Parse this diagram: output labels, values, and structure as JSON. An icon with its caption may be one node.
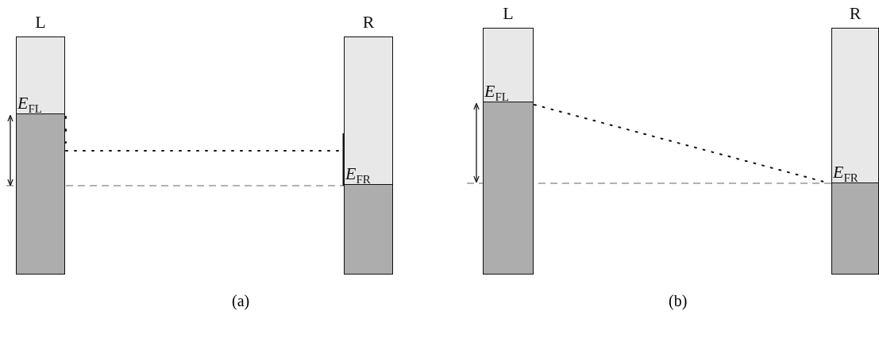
{
  "diagram": {
    "nodes": [
      {
        "text": [
          "L",
          "*E*$_{FL}$"
        ]
      },
      {
        "text": [
          "R",
          "*E*$_{FR}$"
        ]
      },
      {
        "text": [
          "L",
          "*E*$_{FL}$"
        ]
      },
      {
        "text": [
          "R",
          "*E*$_{FR}$"
        ]
      }
    ],
    "edges": [
      {
        "from": 0,
        "to": 1,
        "arrow": "none",
        "style": "dashed"
      },
      {
        "from": 2,
        "to": 3,
        "arrow": "none",
        "style": "dashed"
      }
    ],
    "labels": [
      "(a)",
      "(b)"
    ]
  }
}
